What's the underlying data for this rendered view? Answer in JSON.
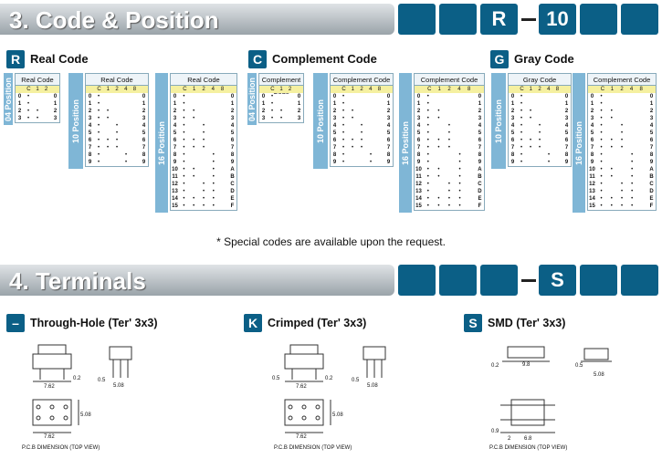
{
  "section3": {
    "title": "3. Code & Position",
    "code_boxes": [
      "",
      "",
      "R",
      "",
      "10",
      "",
      ""
    ],
    "dash": "–"
  },
  "groups": [
    {
      "badge": "R",
      "label": "Real Code"
    },
    {
      "badge": "C",
      "label": "Complement Code"
    },
    {
      "badge": "G",
      "label": "Gray Code"
    }
  ],
  "tables": [
    {
      "side": "04 Position",
      "title": "Real Code",
      "head": [
        "",
        "C",
        "1",
        "2",
        ""
      ],
      "rows": [
        "0",
        "1",
        "2",
        "3"
      ]
    },
    {
      "side": "10 Position",
      "title": "Real Code",
      "head": [
        "",
        "C",
        "1",
        "2",
        "4",
        "8",
        ""
      ],
      "rows": [
        "0",
        "1",
        "2",
        "3",
        "4",
        "5",
        "6",
        "7",
        "8",
        "9"
      ]
    },
    {
      "side": "16 Position",
      "title": "Real Code",
      "head": [
        "",
        "C",
        "1",
        "2",
        "4",
        "8",
        ""
      ],
      "rows": [
        "0",
        "1",
        "2",
        "3",
        "4",
        "5",
        "6",
        "7",
        "8",
        "9",
        "10",
        "11",
        "12",
        "13",
        "14",
        "15"
      ]
    },
    {
      "side": "04 Position",
      "title": "Complement Code",
      "head": [
        "",
        "C",
        "1",
        "2",
        ""
      ],
      "rows": [
        "0",
        "1",
        "2",
        "3"
      ]
    },
    {
      "side": "10 Position",
      "title": "Complement Code",
      "head": [
        "",
        "C",
        "1",
        "2",
        "4",
        "8",
        ""
      ],
      "rows": [
        "0",
        "1",
        "2",
        "3",
        "4",
        "5",
        "6",
        "7",
        "8",
        "9"
      ]
    },
    {
      "side": "16 Position",
      "title": "Complement Code",
      "head": [
        "",
        "C",
        "1",
        "2",
        "4",
        "8",
        ""
      ],
      "rows": [
        "0",
        "1",
        "2",
        "3",
        "4",
        "5",
        "6",
        "7",
        "8",
        "9",
        "10",
        "11",
        "12",
        "13",
        "14",
        "15"
      ]
    },
    {
      "side": "10 Position",
      "title": "Gray Code",
      "head": [
        "",
        "C",
        "1",
        "2",
        "4",
        "8",
        ""
      ],
      "rows": [
        "0",
        "1",
        "2",
        "3",
        "4",
        "5",
        "6",
        "7",
        "8",
        "9"
      ]
    },
    {
      "side": "16 Position",
      "title": "Complement Code",
      "head": [
        "",
        "C",
        "1",
        "2",
        "4",
        "8",
        ""
      ],
      "rows": [
        "0",
        "1",
        "2",
        "3",
        "4",
        "5",
        "6",
        "7",
        "8",
        "9",
        "10",
        "11",
        "12",
        "13",
        "14",
        "15"
      ]
    }
  ],
  "right_hex": [
    "0",
    "1",
    "2",
    "3",
    "4",
    "5",
    "6",
    "7",
    "8",
    "9",
    "A",
    "B",
    "C",
    "D",
    "E",
    "F"
  ],
  "note": "* Special codes are available upon the request.",
  "section4": {
    "title": "4. Terminals",
    "code_box": "S",
    "dash": "–"
  },
  "terminals": [
    {
      "badge": "–",
      "label": "Through-Hole (Ter' 3x3)",
      "dims": [
        "7.62",
        "0.2",
        "0.5",
        "5.08",
        "5.08",
        "7.62",
        "P.C.B DIMENSION (TOP VIEW)"
      ]
    },
    {
      "badge": "K",
      "label": "Crimped (Ter' 3x3)",
      "dims": [
        "0.5",
        "7.62",
        "0.2",
        "0.5",
        "5.08",
        "5.08",
        "7.62",
        "P.C.B DIMENSION (TOP VIEW)"
      ]
    },
    {
      "badge": "S",
      "label": "SMD (Ter' 3x3)",
      "dims": [
        "0.2",
        "9.8",
        "0.5",
        "5.08",
        "2",
        "6.8",
        "0.9",
        "P.C.B DIMENSION (TOP VIEW)"
      ]
    }
  ]
}
